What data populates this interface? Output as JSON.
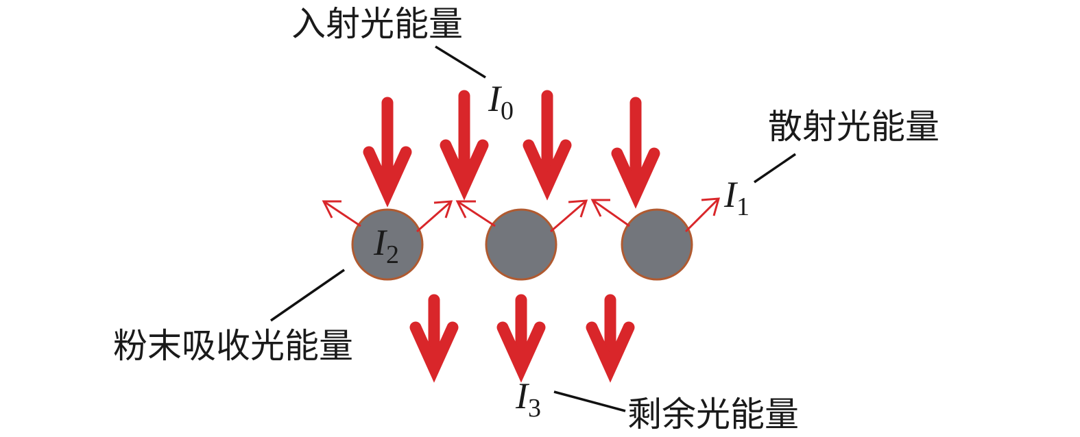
{
  "labels": {
    "incident": "入射光能量",
    "scattered": "散射光能量",
    "absorbed": "粉末吸收光能量",
    "remaining": "剩余光能量"
  },
  "symbols": {
    "I0": {
      "main": "I",
      "sub": "0"
    },
    "I1": {
      "main": "I",
      "sub": "1"
    },
    "I2": {
      "main": "I",
      "sub": "2"
    },
    "I3": {
      "main": "I",
      "sub": "3"
    }
  },
  "colors": {
    "arrow": "#d9262a",
    "particle": "#73767c",
    "particle_edge": "#b05a30",
    "text": "#1a1a1a"
  }
}
